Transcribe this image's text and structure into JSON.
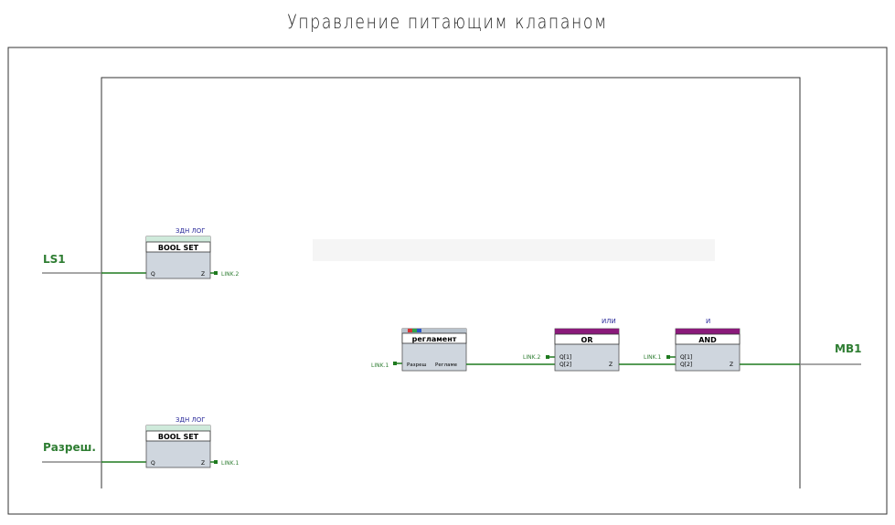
{
  "title": "Управление питающим клапаном",
  "inputs": {
    "ls1": "LS1",
    "razresh": "Разреш."
  },
  "output": {
    "mb1": "MB1"
  },
  "blocks": {
    "zdn1": {
      "caption": "ЗДН ЛОГ",
      "header": "BOOL SET",
      "pin_in": "Q",
      "pin_out": "Z",
      "link": "LINK.2"
    },
    "zdn2": {
      "caption": "ЗДН ЛОГ",
      "header": "BOOL SET",
      "pin_in": "Q",
      "pin_out": "Z",
      "link": "LINK.1"
    },
    "reglament": {
      "header": "регламент",
      "pin_in": "Разреш",
      "pin_out": "Регламе",
      "link_in": "LINK.1"
    },
    "or": {
      "caption": "ИЛИ",
      "header": "OR",
      "pin_in1": "Q[1]",
      "pin_in2": "Q[2]",
      "pin_out": "Z",
      "link_in": "LINK.2"
    },
    "and": {
      "caption": "И",
      "header": "AND",
      "pin_in1": "Q[1]",
      "pin_in2": "Q[2]",
      "pin_out": "Z",
      "link_in": "LINK.1"
    }
  },
  "colors": {
    "wire": "#1f7a1f",
    "label": "#2e7d32",
    "block_body": "#cfd6de",
    "bool_header_band": "#cfeadb",
    "logic_header_band": "#8a1a7a",
    "caption_blue": "#2a2a9a"
  }
}
